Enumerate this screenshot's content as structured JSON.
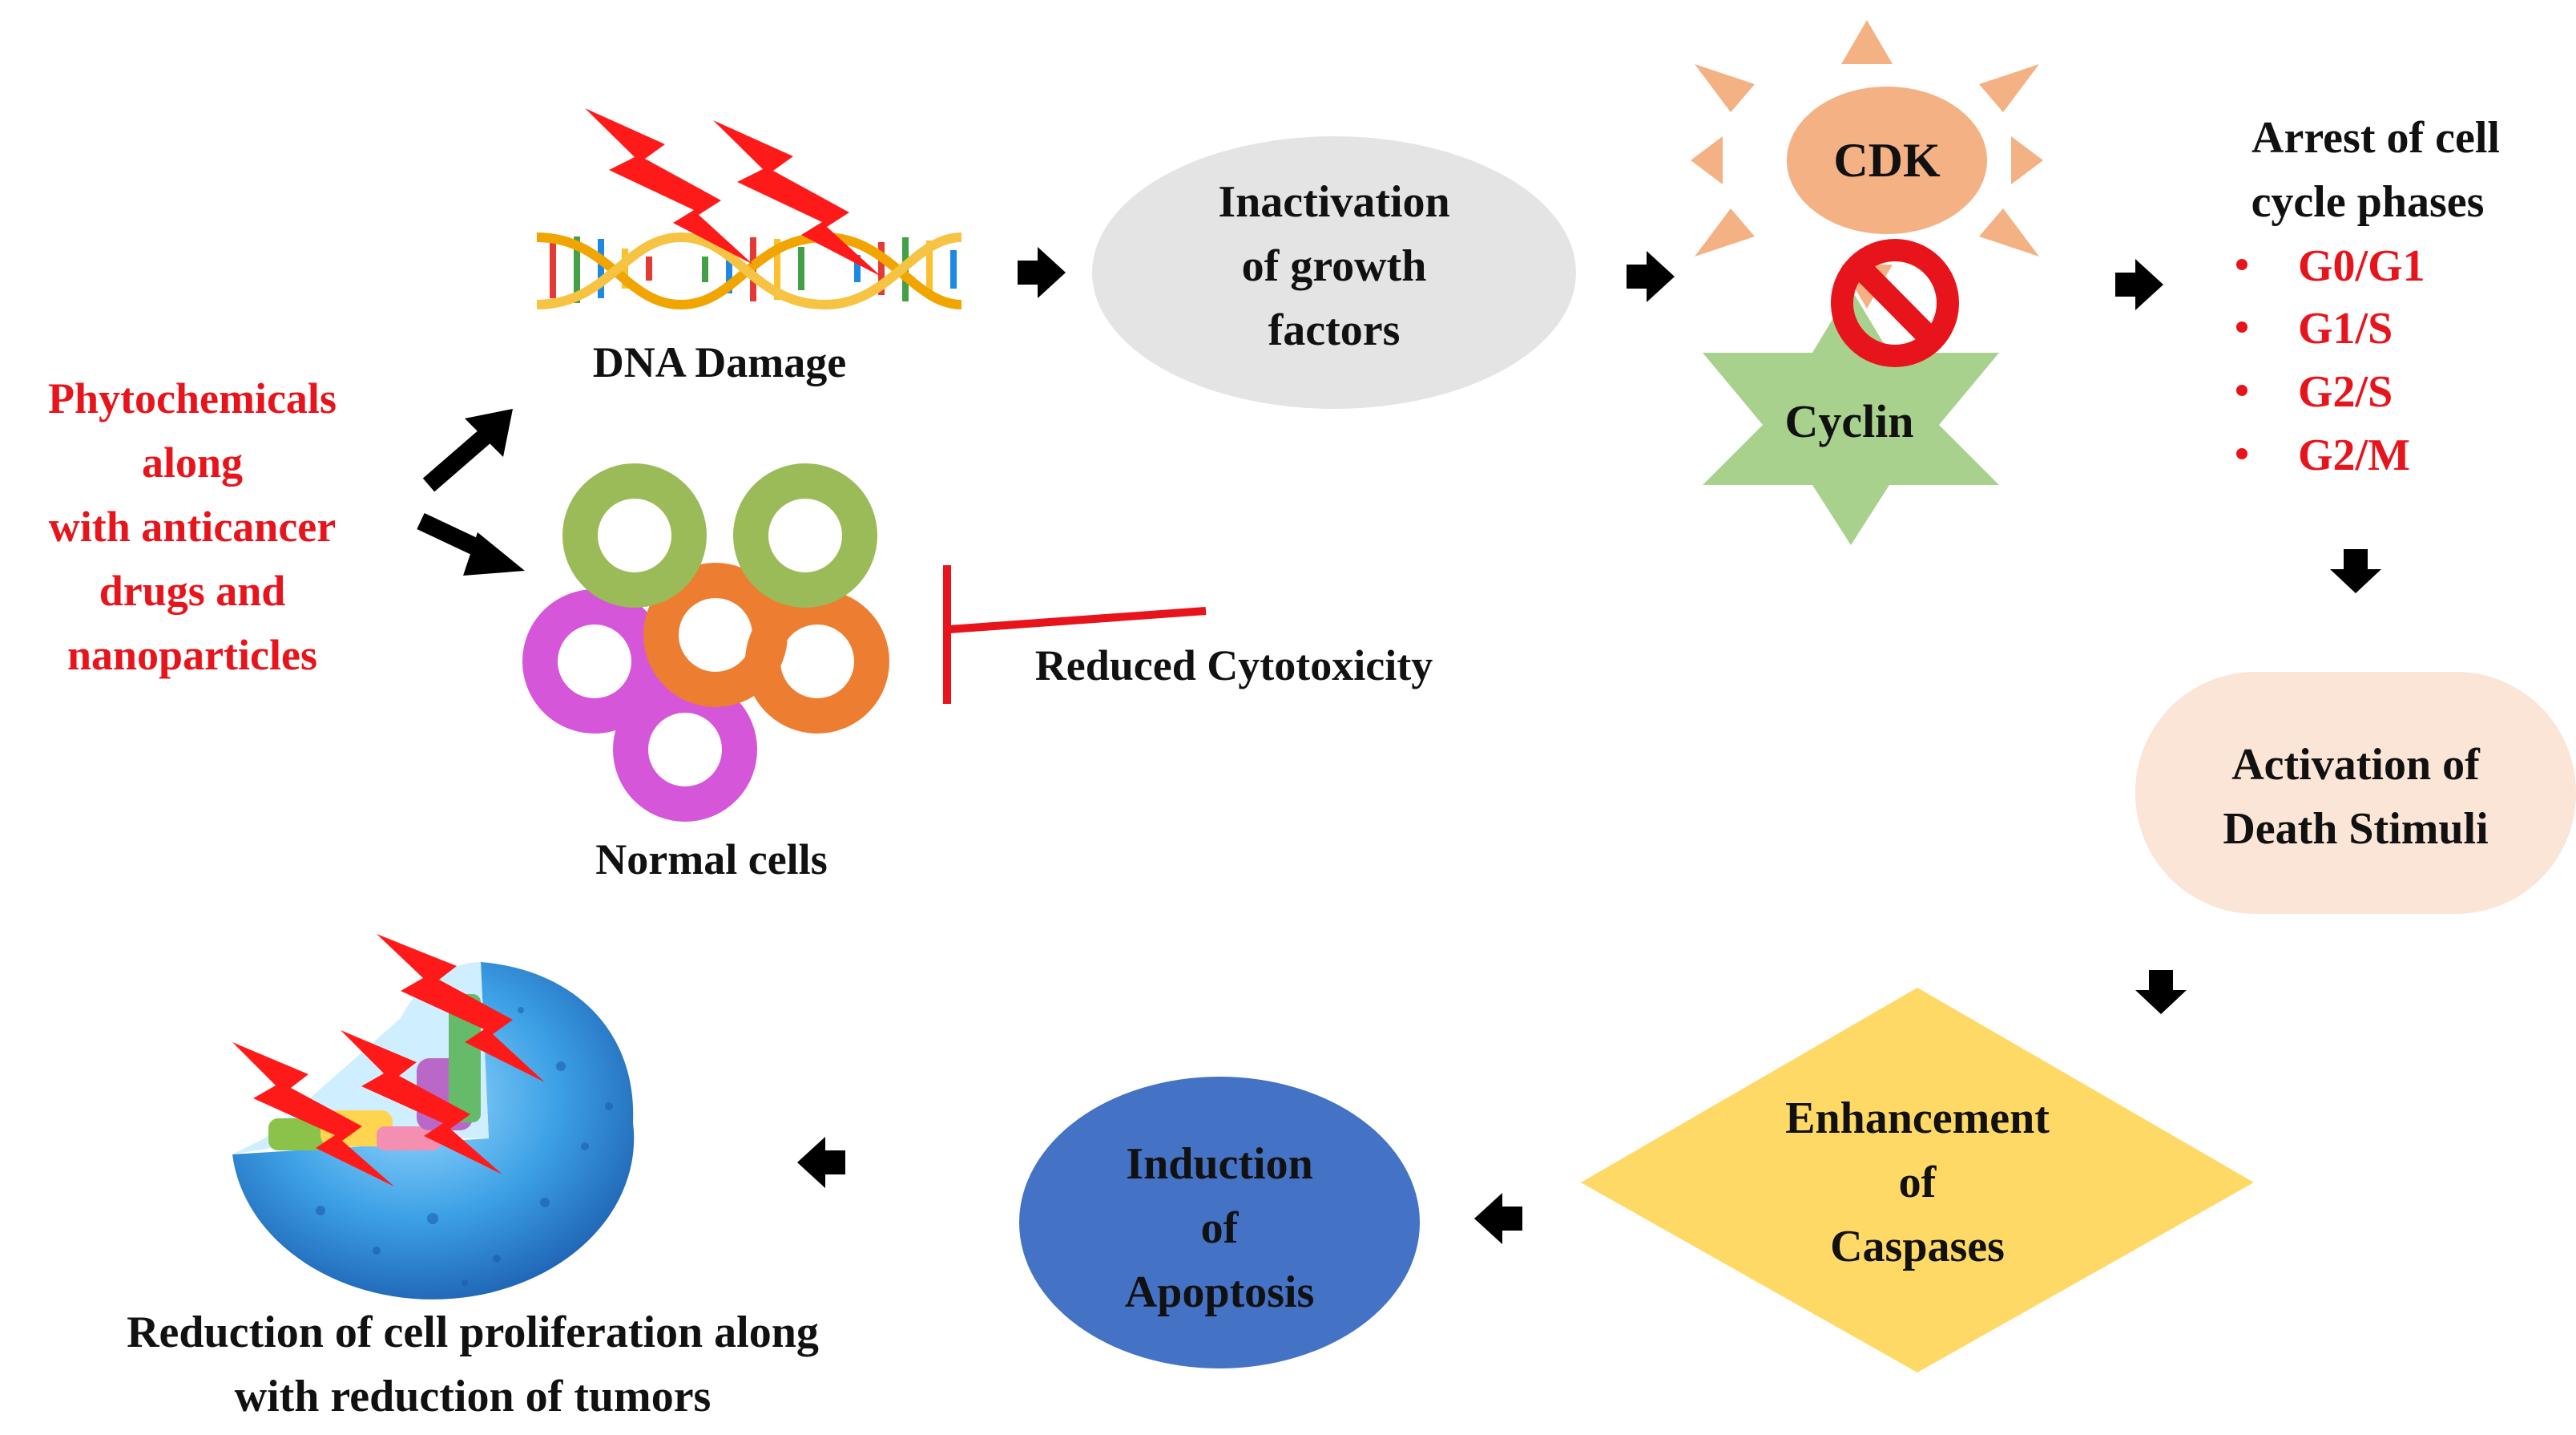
{
  "source": {
    "lines": [
      "Phytochemicals",
      "along",
      "with anticancer",
      "drugs and",
      "nanoparticles"
    ]
  },
  "dna": {
    "label": "DNA Damage"
  },
  "normal_cells": {
    "label": "Normal cells",
    "inhibition_label": "Reduced Cytotoxicity"
  },
  "inactivation": {
    "lines": [
      "Inactivation",
      "of growth",
      "factors"
    ]
  },
  "cdk_cyclin": {
    "cdk_label": "CDK",
    "cyclin_label": "Cyclin"
  },
  "arrest": {
    "title_lines": [
      "Arrest of cell",
      "cycle phases"
    ],
    "phases": [
      "G0/G1",
      "G1/S",
      "G2/S",
      "G2/M"
    ]
  },
  "death_stimuli": {
    "lines": [
      "Activation of",
      "Death Stimuli"
    ]
  },
  "caspases": {
    "lines": [
      "Enhancement",
      "of",
      "Caspases"
    ]
  },
  "apoptosis": {
    "lines": [
      "Induction",
      "of",
      "Apoptosis"
    ]
  },
  "outcome": {
    "lines": [
      "Reduction of cell proliferation along",
      "with reduction of tumors"
    ]
  },
  "colors": {
    "red_text": "#e8141c",
    "black_text": "#111111",
    "ellipse_grey": "#e4e4e4",
    "sun_orange": "#f4b183",
    "star_green": "#a9d18e",
    "pill_peach": "#fbe5d6",
    "diamond_yellow": "#ffd966",
    "apoptosis_blue": "#4472c4",
    "ring_green": "#9bbb59",
    "ring_orange": "#ed7d31",
    "ring_magenta": "#d556d8",
    "bolt_red": "#ff1a1a",
    "cell_blue": "#3da1e6"
  }
}
